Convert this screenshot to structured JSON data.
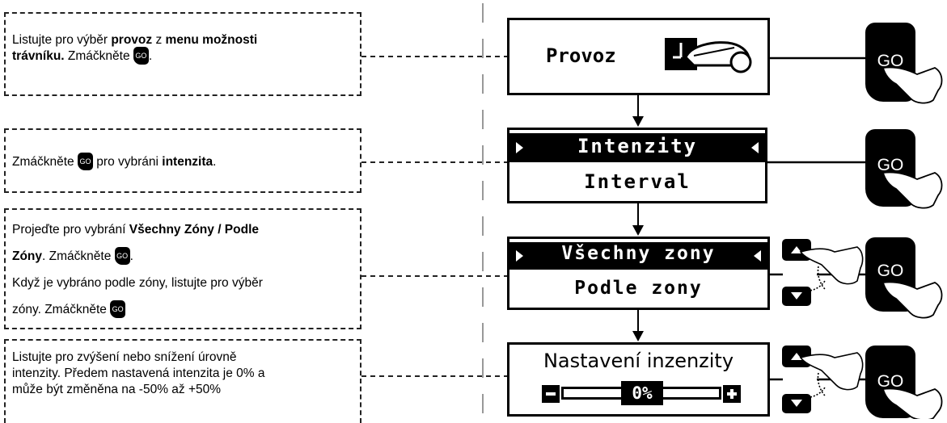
{
  "go_label": "GO",
  "steps": [
    {
      "lines": [
        [
          {
            "t": "Listujte pro výběr "
          },
          {
            "t": "provoz",
            "b": true
          },
          {
            "t": " z "
          },
          {
            "t": "menu možnosti",
            "b": true
          }
        ],
        [
          {
            "t": "trávníku.",
            "b": true
          },
          {
            "t": " Zmáčkněte "
          },
          {
            "go": true
          },
          {
            "t": "."
          }
        ]
      ]
    },
    {
      "lines": [
        [
          {
            "t": "Zmáčkněte "
          },
          {
            "go": true
          },
          {
            "t": " pro vybráni "
          },
          {
            "t": "intenzita",
            "b": true
          },
          {
            "t": "."
          }
        ]
      ]
    },
    {
      "lines": [
        [
          {
            "t": "Projeďte pro vybrání "
          },
          {
            "t": "Všechny Zóny / Podle",
            "b": true
          }
        ],
        [
          {
            "t": "Zóny",
            "b": true
          },
          {
            "t": ". Zmáčkněte "
          },
          {
            "go": true
          },
          {
            "t": "."
          }
        ],
        [
          {
            "t": "Když je vybráno podle zóny, listujte pro výběr"
          }
        ],
        [
          {
            "t": "zóny. Zmáčkněte "
          },
          {
            "go": true
          }
        ]
      ]
    },
    {
      "lines": [
        [
          {
            "t": "Listujte pro zvýšení nebo snížení úrovně"
          }
        ],
        [
          {
            "t": "intenzity. Předem nastavená intenzita je 0% a"
          }
        ],
        [
          {
            "t": "může být změněna na -50% až +50%"
          }
        ]
      ]
    }
  ],
  "screens": {
    "s1": {
      "label": "Provoz"
    },
    "s2": {
      "line1": "Intenzity",
      "line2": "Interval"
    },
    "s3": {
      "line1": "Všechny zony",
      "line2": "Podle zony"
    },
    "s4": {
      "title": "Nastavení inzenzity",
      "value": "0%"
    }
  }
}
